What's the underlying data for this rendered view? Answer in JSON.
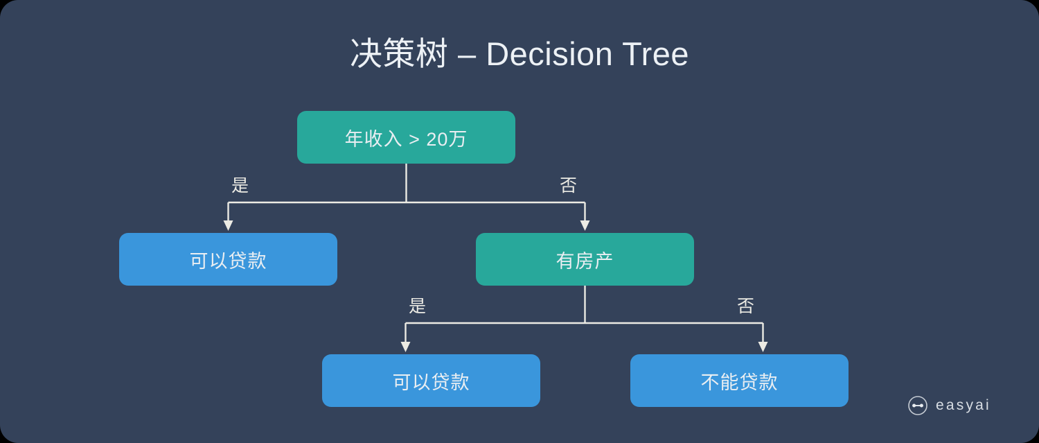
{
  "title": "决策树 – Decision Tree",
  "colors": {
    "background": "#34425a",
    "decision_node": "#28a89b",
    "leaf_node": "#3a96dc",
    "connector": "#ecebe4",
    "text": "#e9eef2"
  },
  "tree": {
    "root": {
      "label": "年收入 > 20万",
      "type": "decision"
    },
    "level2": {
      "yes_edge": "是",
      "no_edge": "否",
      "yes_node": {
        "label": "可以贷款",
        "type": "leaf"
      },
      "no_node": {
        "label": "有房产",
        "type": "decision"
      }
    },
    "level3": {
      "yes_edge": "是",
      "no_edge": "否",
      "yes_node": {
        "label": "可以贷款",
        "type": "leaf"
      },
      "no_node": {
        "label": "不能贷款",
        "type": "leaf"
      }
    }
  },
  "logo": {
    "text": "easyai",
    "icon": "easyai-circle-link-icon"
  }
}
